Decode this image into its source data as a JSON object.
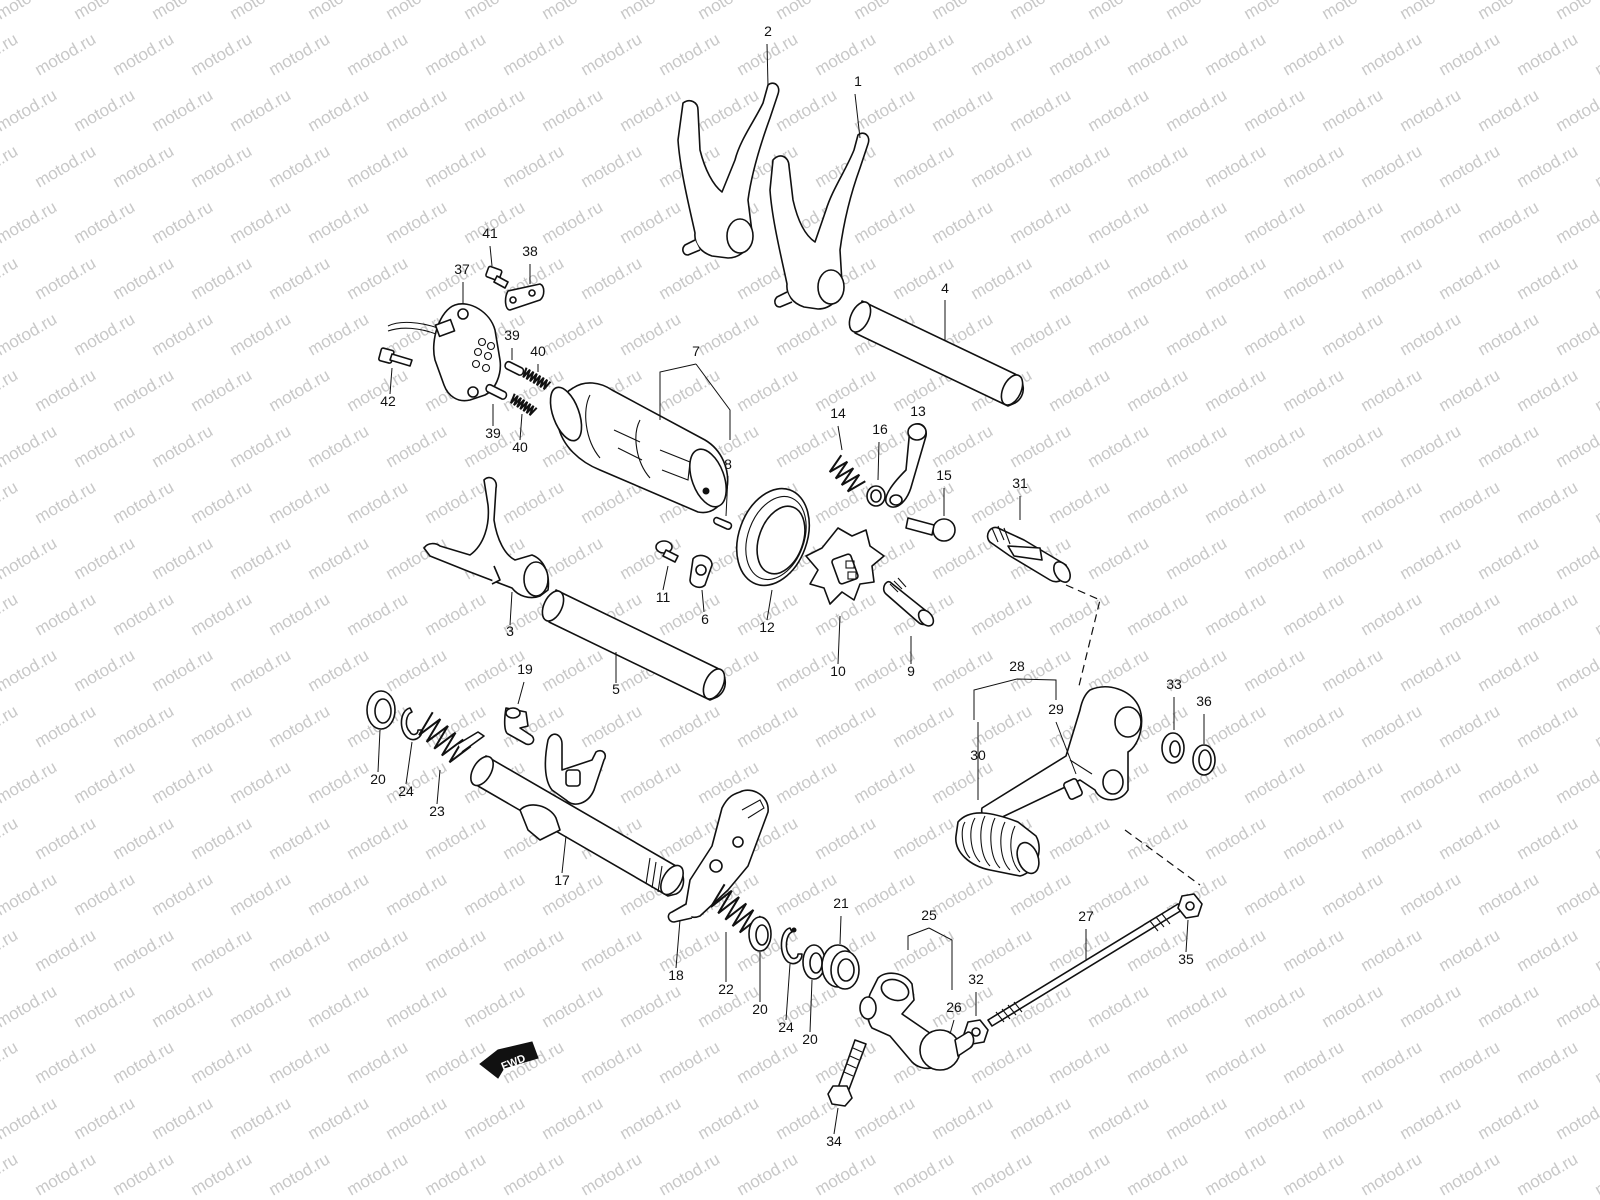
{
  "watermark": {
    "text": "motod.ru"
  },
  "direction_badge": {
    "text": "FWD"
  },
  "callouts": [
    {
      "id": "c1",
      "text": "1"
    },
    {
      "id": "c2",
      "text": "2"
    },
    {
      "id": "c3",
      "text": "3"
    },
    {
      "id": "c4",
      "text": "4"
    },
    {
      "id": "c5",
      "text": "5"
    },
    {
      "id": "c6",
      "text": "6"
    },
    {
      "id": "c7",
      "text": "7"
    },
    {
      "id": "c8",
      "text": "8"
    },
    {
      "id": "c9",
      "text": "9"
    },
    {
      "id": "c10",
      "text": "10"
    },
    {
      "id": "c11",
      "text": "11"
    },
    {
      "id": "c12",
      "text": "12"
    },
    {
      "id": "c13",
      "text": "13"
    },
    {
      "id": "c14",
      "text": "14"
    },
    {
      "id": "c15",
      "text": "15"
    },
    {
      "id": "c16",
      "text": "16"
    },
    {
      "id": "c17",
      "text": "17"
    },
    {
      "id": "c18",
      "text": "18"
    },
    {
      "id": "c19",
      "text": "19"
    },
    {
      "id": "c20a",
      "text": "20"
    },
    {
      "id": "c20b",
      "text": "20"
    },
    {
      "id": "c20c",
      "text": "20"
    },
    {
      "id": "c21",
      "text": "21"
    },
    {
      "id": "c22",
      "text": "22"
    },
    {
      "id": "c23",
      "text": "23"
    },
    {
      "id": "c24a",
      "text": "24"
    },
    {
      "id": "c24b",
      "text": "24"
    },
    {
      "id": "c25",
      "text": "25"
    },
    {
      "id": "c26",
      "text": "26"
    },
    {
      "id": "c27",
      "text": "27"
    },
    {
      "id": "c28",
      "text": "28"
    },
    {
      "id": "c29",
      "text": "29"
    },
    {
      "id": "c30",
      "text": "30"
    },
    {
      "id": "c31",
      "text": "31"
    },
    {
      "id": "c32",
      "text": "32"
    },
    {
      "id": "c33",
      "text": "33"
    },
    {
      "id": "c34",
      "text": "34"
    },
    {
      "id": "c35",
      "text": "35"
    },
    {
      "id": "c36",
      "text": "36"
    },
    {
      "id": "c37",
      "text": "37"
    },
    {
      "id": "c38",
      "text": "38"
    },
    {
      "id": "c39a",
      "text": "39"
    },
    {
      "id": "c39b",
      "text": "39"
    },
    {
      "id": "c40a",
      "text": "40"
    },
    {
      "id": "c40b",
      "text": "40"
    },
    {
      "id": "c41",
      "text": "41"
    },
    {
      "id": "c42",
      "text": "42"
    }
  ]
}
